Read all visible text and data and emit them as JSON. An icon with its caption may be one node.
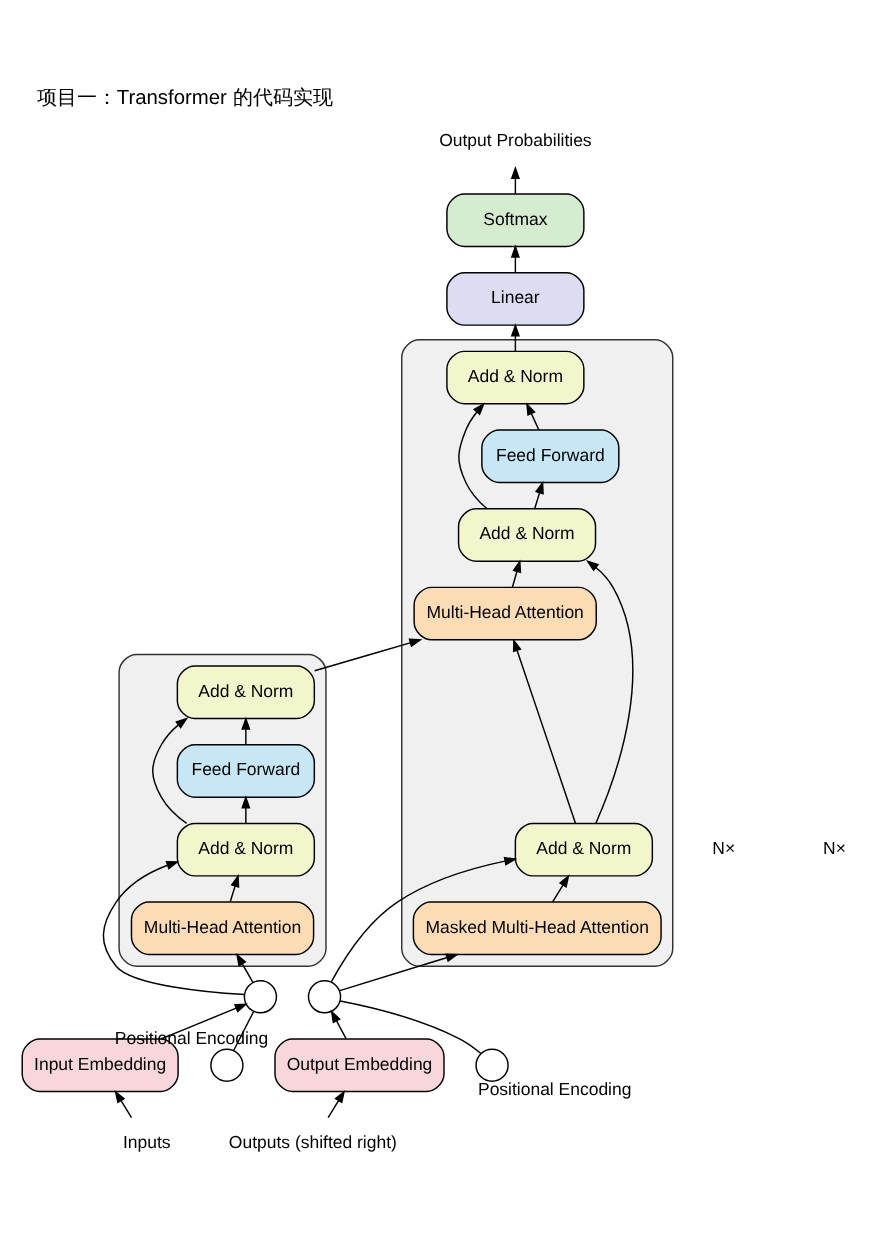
{
  "diagram": {
    "title": "项目一：Transformer 的代码实现",
    "nodes": [
      {
        "text": [],
        "shape": "box"
      },
      {
        "text": [
          "Add & Norm"
        ],
        "in": 0
      },
      {
        "text": [
          "Feed Forward"
        ],
        "in": 0
      },
      {
        "text": [
          "Add & Norm"
        ],
        "in": 0
      },
      {
        "text": [
          "Multi-Head Attention"
        ],
        "in": 0
      },
      {
        "text": [
          "Input Embedding"
        ]
      },
      {
        "text": [],
        "shape": "circle",
        "beside": [
          "Positional Encoding"
        ]
      },
      {
        "text": [],
        "shape": "circle"
      },
      {
        "text": [
          "Inputs"
        ]
      },
      {
        "text": [],
        "shape": "box"
      },
      {
        "text": [
          "Add & Norm"
        ],
        "in": 9
      },
      {
        "text": [
          "Feed Forward"
        ],
        "in": 9
      },
      {
        "text": [
          "Add & Norm"
        ],
        "in": 9
      },
      {
        "text": [
          "Multi-Head Attention"
        ],
        "in": 9
      },
      {
        "text": [
          "Add & Norm"
        ],
        "in": 9
      },
      {
        "text": [
          "Masked Multi-Head Attention"
        ],
        "in": 9
      },
      {
        "text": [
          "Output Embedding"
        ]
      },
      {
        "text": [],
        "shape": "circle",
        "beside": [
          "Positional Encoding"
        ]
      },
      {
        "text": [],
        "shape": "circle"
      },
      {
        "text": [
          "Outputs (shifted right)"
        ]
      },
      {
        "text": [
          "Linear"
        ]
      },
      {
        "text": [
          "Softmax"
        ]
      },
      {
        "text": [
          "Output Probabilities"
        ]
      }
    ],
    "edges": [
      {
        "from": 8,
        "to": 5,
        "arrow": "to"
      },
      {
        "from": 5,
        "to": 7,
        "arrow": "to"
      },
      {
        "from": 6,
        "to": 7,
        "arrow": "none"
      },
      {
        "from": 7,
        "to": 4,
        "arrow": "to"
      },
      {
        "from": 7,
        "to": 3,
        "arrow": "to"
      },
      {
        "from": 4,
        "to": 3,
        "arrow": "to"
      },
      {
        "from": 3,
        "to": 2,
        "arrow": "to"
      },
      {
        "from": 3,
        "to": 1,
        "arrow": "to"
      },
      {
        "from": 2,
        "to": 1,
        "arrow": "to"
      },
      {
        "from": 1,
        "to": 13,
        "arrow": "to"
      },
      {
        "from": 19,
        "to": 16,
        "arrow": "to"
      },
      {
        "from": 16,
        "to": 18,
        "arrow": "to"
      },
      {
        "from": 17,
        "to": 18,
        "arrow": "none"
      },
      {
        "from": 18,
        "to": 15,
        "arrow": "to"
      },
      {
        "from": 18,
        "to": 14,
        "arrow": "to"
      },
      {
        "from": 15,
        "to": 14,
        "arrow": "to"
      },
      {
        "from": 14,
        "to": 13,
        "arrow": "to"
      },
      {
        "from": 14,
        "to": 12,
        "arrow": "to"
      },
      {
        "from": 13,
        "to": 12,
        "arrow": "to"
      },
      {
        "from": 12,
        "to": 11,
        "arrow": "to"
      },
      {
        "from": 12,
        "to": 10,
        "arrow": "to"
      },
      {
        "from": 11,
        "to": 10,
        "arrow": "to"
      },
      {
        "from": 10,
        "to": 20,
        "arrow": "to"
      },
      {
        "from": 20,
        "to": 21,
        "arrow": "to"
      },
      {
        "from": 21,
        "to": 22,
        "arrow": "to"
      }
    ],
    "labels": [
      "N×",
      "N×"
    ]
  }
}
